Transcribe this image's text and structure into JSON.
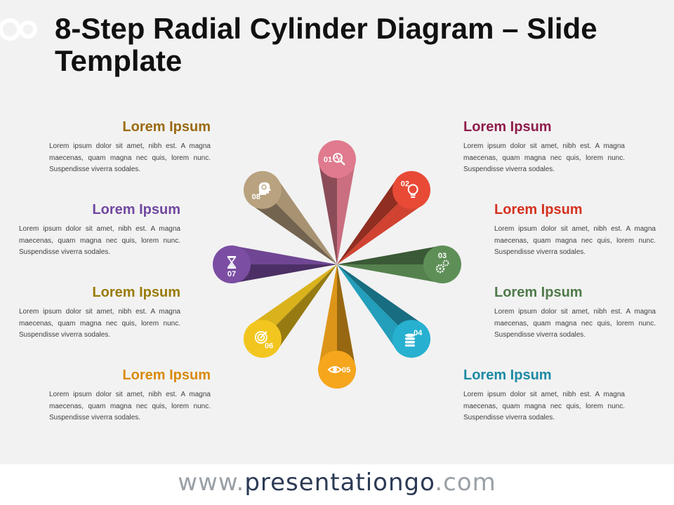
{
  "title": "8-Step Radial Cylinder Diagram – Slide Template",
  "footer": {
    "prefix": "www.",
    "brand": "presentationgo",
    "suffix": ".com"
  },
  "steps": [
    {
      "number": "01",
      "heading": "Lorem Ipsum",
      "text": "Lorem ipsum dolor sit amet, nibh est. A magna maecenas, quam magna nec quis, lorem nunc. Suspendisse viverra sodales.",
      "color": "#e07a8e",
      "heading_color": "#8f1d4b",
      "icon": "search-icon"
    },
    {
      "number": "02",
      "heading": "Lorem Ipsum",
      "text": "Lorem ipsum dolor sit amet, nibh est. A magna maecenas, quam magna nec quis, lorem nunc. Suspendisse viverra sodales.",
      "color": "#e84a36",
      "heading_color": "#d5321f",
      "icon": "lightbulb-icon"
    },
    {
      "number": "03",
      "heading": "Lorem Ipsum",
      "text": "Lorem ipsum dolor sit amet, nibh est. A magna maecenas, quam magna nec quis, lorem nunc. Suspendisse viverra sodales.",
      "color": "#5e8f57",
      "heading_color": "#4f7a4a",
      "icon": "gears-icon"
    },
    {
      "number": "04",
      "heading": "Lorem Ipsum",
      "text": "Lorem ipsum dolor sit amet, nibh est. A magna maecenas, quam magna nec quis, lorem nunc. Suspendisse viverra sodales.",
      "color": "#27b0d0",
      "heading_color": "#1c8aa3",
      "icon": "database-icon"
    },
    {
      "number": "05",
      "heading": "Lorem Ipsum",
      "text": "Lorem ipsum dolor sit amet, nibh est. A magna maecenas, quam magna nec quis, lorem nunc. Suspendisse viverra sodales.",
      "color": "#f5a61c",
      "heading_color": "#d98a0c",
      "icon": "eye-icon"
    },
    {
      "number": "06",
      "heading": "Lorem Ipsum",
      "text": "Lorem ipsum dolor sit amet, nibh est. A magna maecenas, quam magna nec quis, lorem nunc. Suspendisse viverra sodales.",
      "color": "#f2c61f",
      "heading_color": "#9a7a08",
      "icon": "target-icon"
    },
    {
      "number": "07",
      "heading": "Lorem Ipsum",
      "text": "Lorem ipsum dolor sit amet, nibh est. A magna maecenas, quam magna nec quis, lorem nunc. Suspendisse viverra sodales.",
      "color": "#7b4ea3",
      "heading_color": "#7148a0",
      "icon": "hourglass-icon"
    },
    {
      "number": "08",
      "heading": "Lorem Ipsum",
      "text": "Lorem ipsum dolor sit amet, nibh est. A magna maecenas, quam magna nec quis, lorem nunc. Suspendisse viverra sodales.",
      "color": "#b9a27f",
      "heading_color": "#9a6a12",
      "icon": "head-idea-icon"
    }
  ]
}
